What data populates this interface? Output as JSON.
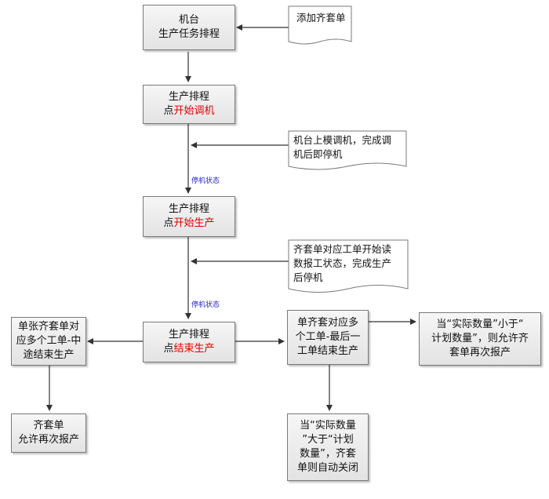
{
  "nodes": {
    "machine_schedule": {
      "line1": "机台",
      "line2": "生产任务排程"
    },
    "add_kit_order": {
      "text": "添加齐套单"
    },
    "schedule_start_tuning": {
      "line1": "生产排程",
      "prefix": "点",
      "action": "开始调机"
    },
    "mold_note": {
      "line1": "机台上模调机，完成调",
      "line2": "机后即停机"
    },
    "schedule_start_production": {
      "line1": "生产排程",
      "prefix": "点",
      "action": "开始生产"
    },
    "report_note": {
      "line1": "齐套单对应工单开始读",
      "line2": "数报工状态，完成生产",
      "line3": "后停机"
    },
    "schedule_end_production": {
      "line1": "生产排程",
      "prefix": "点",
      "action": "结束生产"
    },
    "single_kit_multi_mid": {
      "line1": "单张齐套单对",
      "line2": "应多个工单-中",
      "line3": "途结束生产"
    },
    "kit_allow_report": {
      "line1": "齐套单",
      "line2": "允许再次报产"
    },
    "single_kit_multi_last": {
      "line1": "单齐套对应多",
      "line2": "个工单-最后一",
      "line3": "工单结束生产"
    },
    "actual_less_than_plan": {
      "line1": "当“实际数量”小于“",
      "line2": "计划数量”，则允许齐",
      "line3": "套单再次报产"
    },
    "actual_greater_than_plan": {
      "line1": "当“实际数量",
      "line2": "”大于“计划",
      "line3": "数量”，齐套",
      "line4": "单则自动关闭"
    }
  },
  "edge_labels": {
    "stop_state_1": "停机状态",
    "stop_state_2": "停机状态"
  },
  "colors": {
    "highlight": "#e00000",
    "edge_label": "#1f1fcc",
    "arrow": "#333333"
  }
}
